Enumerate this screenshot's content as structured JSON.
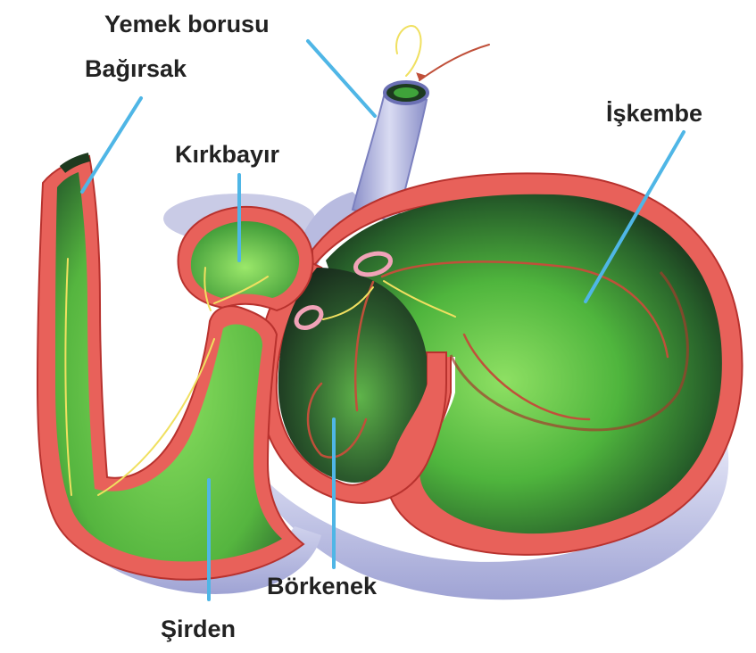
{
  "labels": {
    "esophagus": "Yemek borusu",
    "intestine": "Bağırsak",
    "omasum": "Kırkbayır",
    "rumen": "İşkembe",
    "reticulum": "Börkenek",
    "abomasum": "Şirden"
  },
  "colors": {
    "wall": "#e8615a",
    "wall_dark": "#b8322e",
    "interior_light": "#7fd45c",
    "interior_dark": "#1f3a22",
    "serosa": "#c9cbe6",
    "serosa_shade": "#9a9dd0",
    "leader_line": "#4fb6e6",
    "flow_red": "#c0503a",
    "flow_yellow": "#f0e060"
  }
}
